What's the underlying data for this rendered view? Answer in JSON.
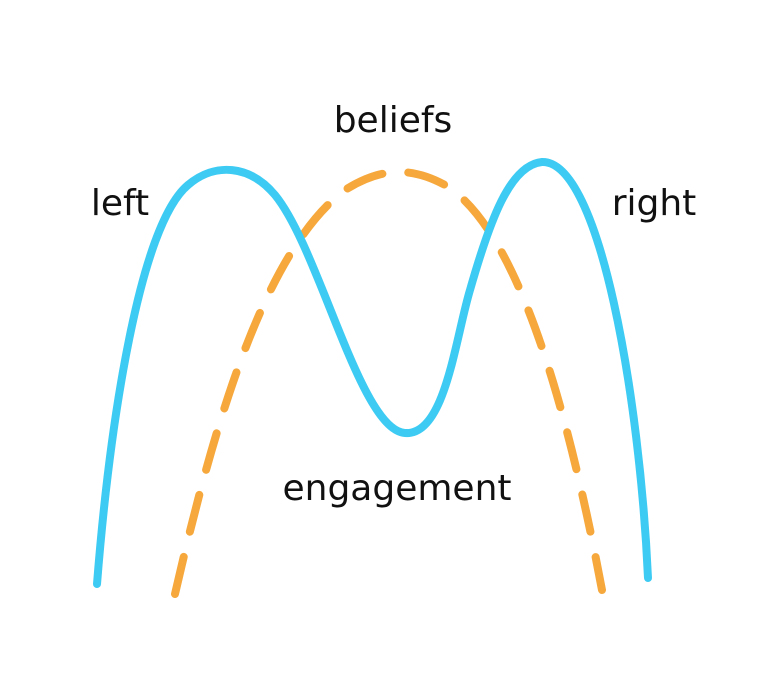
{
  "labels": {
    "top": "beliefs",
    "left": "left",
    "right": "right",
    "bottom": "engagement"
  },
  "curves": {
    "bimodal": {
      "color": "#3ecbf3",
      "style": "solid"
    },
    "unimodal": {
      "color": "#f6a83c",
      "style": "dashed"
    }
  }
}
